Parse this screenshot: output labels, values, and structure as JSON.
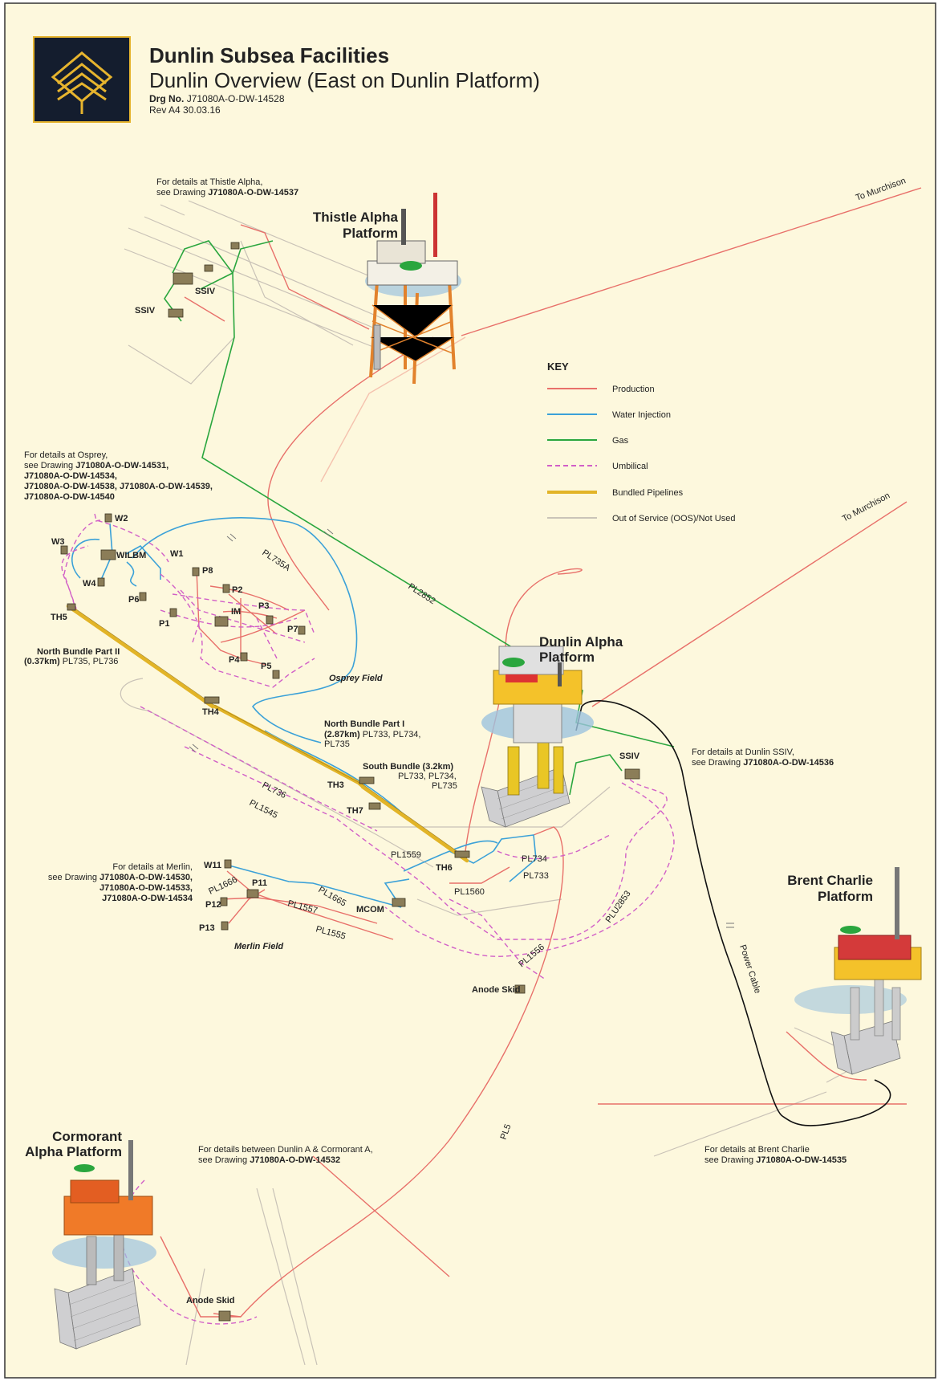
{
  "header": {
    "title": "Dunlin Subsea Facilities",
    "subtitle": "Dunlin Overview (East on Dunlin Platform)",
    "drg_label": "Drg No.",
    "drg_no": "J71080A-O-DW-14528",
    "rev": "Rev A4  30.03.16"
  },
  "key": {
    "title": "KEY",
    "items": [
      {
        "label": "Production",
        "color": "#e8706a",
        "style": "solid"
      },
      {
        "label": "Water Injection",
        "color": "#3ba1d8",
        "style": "solid"
      },
      {
        "label": "Gas",
        "color": "#2aa63e",
        "style": "solid"
      },
      {
        "label": "Umbilical",
        "color": "#d15fc7",
        "style": "dashed"
      },
      {
        "label": "Bundled Pipelines",
        "color": "#e2b427",
        "style": "thick"
      },
      {
        "label": "Out of Service (OOS)/Not Used",
        "color": "#b9b3ab",
        "style": "solid"
      }
    ]
  },
  "platforms": {
    "thistle": "Thistle Alpha",
    "thistle2": "Platform",
    "dunlin": "Dunlin Alpha",
    "dunlin2": "Platform",
    "brent": "Brent Charlie",
    "brent2": "Platform",
    "cormorant": "Cormorant",
    "cormorant2": "Alpha Platform"
  },
  "notes": {
    "thistle_1": "For details at Thistle Alpha,",
    "thistle_2a": "see Drawing ",
    "thistle_2b": "J71080A-O-DW-14537",
    "osprey_1": "For details at Osprey,",
    "osprey_2a": "see Drawing ",
    "osprey_2b": "J71080A-O-DW-14531,",
    "osprey_3": "J71080A-O-DW-14534,",
    "osprey_4": "J71080A-O-DW-14538, J71080A-O-DW-14539,",
    "osprey_5": "J71080A-O-DW-14540",
    "merlin_1": "For details at Merlin,",
    "merlin_2a": "see Drawing ",
    "merlin_2b": "J71080A-O-DW-14530,",
    "merlin_3": "J71080A-O-DW-14533,",
    "merlin_4": "J71080A-O-DW-14534",
    "ssiv_1": "For details at Dunlin SSIV,",
    "ssiv_2a": "see Drawing ",
    "ssiv_2b": "J71080A-O-DW-14536",
    "cormorant_1": "For details between Dunlin A & Cormorant A,",
    "cormorant_2a": "see Drawing ",
    "cormorant_2b": "J71080A-O-DW-14532",
    "brent_1": "For details at Brent Charlie",
    "brent_2a": "see Drawing ",
    "brent_2b": "J71080A-O-DW-14535"
  },
  "labels": {
    "to_murchison_1": "To Murchison",
    "to_murchison_2": "To Murchison",
    "ssiv_a": "SSIV",
    "ssiv_b": "SSIV",
    "ssiv_dunlin": "SSIV",
    "w1": "W1",
    "w2": "W2",
    "w3": "W3",
    "w4": "W4",
    "wilbm": "WILBM",
    "p1": "P1",
    "p2": "P2",
    "p3": "P3",
    "p4": "P4",
    "p5": "P5",
    "p6": "P6",
    "p7": "P7",
    "p8": "P8",
    "im": "IM",
    "th5": "TH5",
    "th4": "TH4",
    "th3": "TH3",
    "th7": "TH7",
    "th6": "TH6",
    "osprey_field": "Osprey Field",
    "merlin_field": "Merlin Field",
    "nb2_a": "North Bundle Part II",
    "nb2_b": "(0.37km)",
    "nb2_c": " PL735, PL736",
    "nb1_a": "North Bundle Part I",
    "nb1_b": "(2.87km)",
    "nb1_c": " PL733, PL734,",
    "nb1_d": "PL735",
    "sb_a": "South Bundle (3.2km)",
    "sb_b": "PL733, PL734,",
    "sb_c": "PL735",
    "pl735a": "PL735A",
    "pl2852": "PL2852",
    "pl736": "PL736",
    "pl1545": "PL1545",
    "pl1559": "PL1559",
    "pl1560": "PL1560",
    "pl734": "PL734",
    "pl733": "PL733",
    "plu2853": "PLU2853",
    "pl1556": "PL1556",
    "pl1666": "PL1666",
    "pl1665": "PL1665",
    "pl1557": "PL1557",
    "pl1555": "PL1555",
    "pl5": "PL5",
    "w11": "W11",
    "p11": "P11",
    "p12": "P12",
    "p13": "P13",
    "mcom": "MCOM",
    "anode_skid_1": "Anode Skid",
    "anode_skid_2": "Anode Skid",
    "power_cable": "Power Cable"
  }
}
